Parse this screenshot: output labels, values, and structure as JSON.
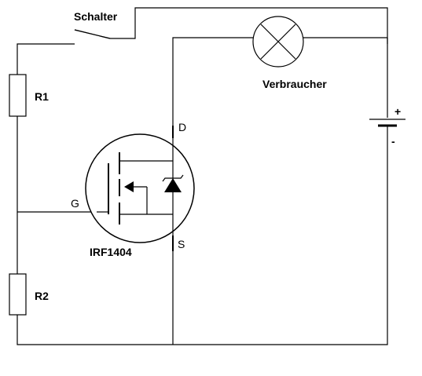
{
  "labels": {
    "switch": "Schalter",
    "r1": "R1",
    "r2": "R2",
    "load": "Verbraucher",
    "drain": "D",
    "source": "S",
    "gate": "G",
    "part": "IRF1404",
    "plus": "+",
    "minus": "-"
  }
}
